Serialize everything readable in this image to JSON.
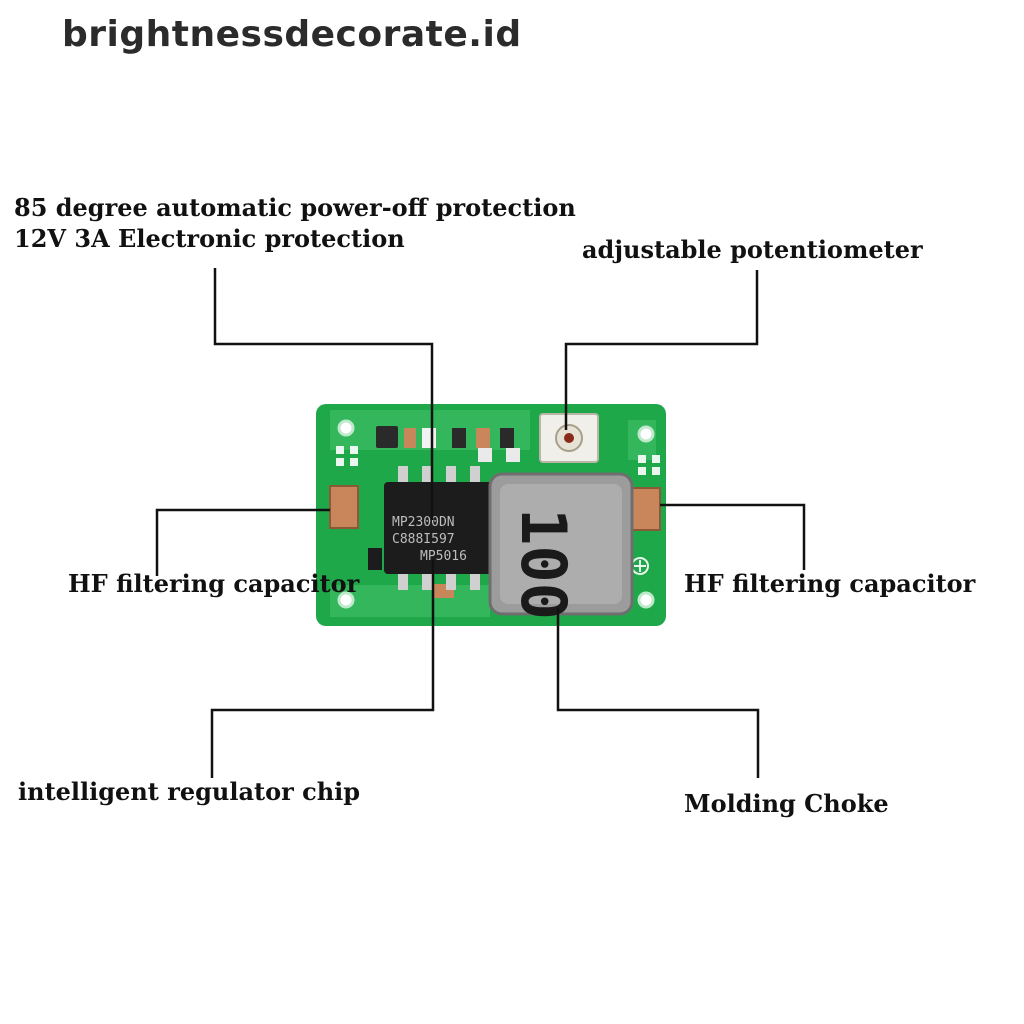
{
  "watermark": "brightnessdecorate.id",
  "labels": {
    "protection_line1": "85 degree automatic power-off protection",
    "protection_line2": "12V 3A Electronic protection",
    "potentiometer": "adjustable potentiometer",
    "hf_capacitor_left": "HF filtering capacitor",
    "hf_capacitor_right": "HF filtering capacitor",
    "regulator_chip": "intelligent regulator chip",
    "molding_choke": "Molding Choke"
  },
  "board": {
    "chip_marking": [
      "MP2300DN",
      "C888I597",
      "MP5016"
    ],
    "inductor_marking": "100"
  },
  "colors": {
    "pcb": "#1fa84a",
    "pcb_trace": "#5cd07a",
    "silkscreen": "#eaf7ee",
    "capacitor": "#c9865a",
    "inductor": "#9c9c9c",
    "chip": "#1c1c1c",
    "leader_line": "#111111"
  }
}
